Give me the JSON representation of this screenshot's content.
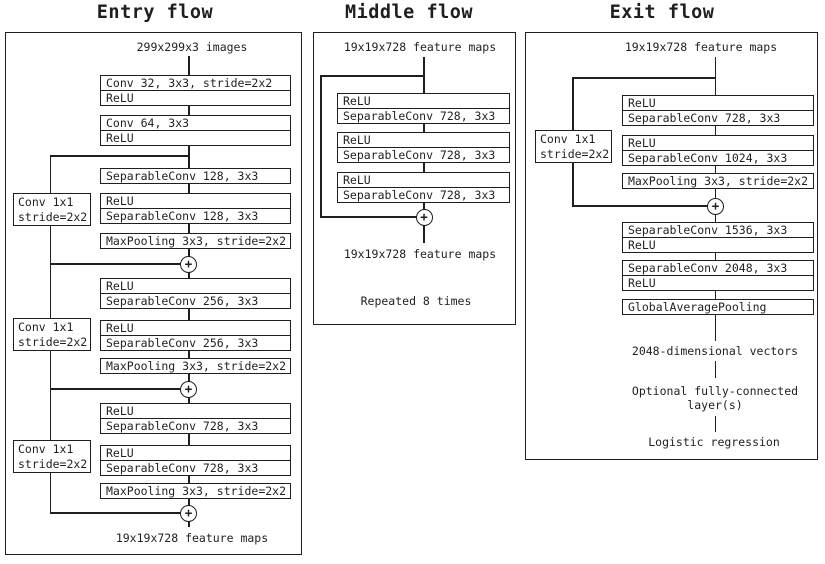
{
  "colors": {
    "ink": "#1f1f1f",
    "background": "#ffffff"
  },
  "symbols": {
    "merge_plus": "+"
  },
  "entry": {
    "title": "Entry flow",
    "input_caption": "299x299x3 images",
    "output_caption": "19x19x728 feature maps",
    "boxes": [
      {
        "lines": [
          "Conv 32, 3x3, stride=2x2",
          "ReLU"
        ]
      },
      {
        "lines": [
          "Conv 64, 3x3",
          "ReLU"
        ]
      },
      {
        "lines": [
          "SeparableConv 128, 3x3"
        ]
      },
      {
        "lines": [
          "ReLU",
          "SeparableConv 128, 3x3"
        ]
      },
      {
        "lines": [
          "MaxPooling 3x3, stride=2x2"
        ]
      },
      {
        "lines": [
          "ReLU",
          "SeparableConv 256, 3x3"
        ]
      },
      {
        "lines": [
          "ReLU",
          "SeparableConv 256, 3x3"
        ]
      },
      {
        "lines": [
          "MaxPooling 3x3, stride=2x2"
        ]
      },
      {
        "lines": [
          "ReLU",
          "SeparableConv 728, 3x3"
        ]
      },
      {
        "lines": [
          "ReLU",
          "SeparableConv 728, 3x3"
        ]
      },
      {
        "lines": [
          "MaxPooling 3x3, stride=2x2"
        ]
      }
    ],
    "skips": [
      {
        "lines": [
          "Conv 1x1",
          "stride=2x2"
        ]
      },
      {
        "lines": [
          "Conv 1x1",
          "stride=2x2"
        ]
      },
      {
        "lines": [
          "Conv 1x1",
          "stride=2x2"
        ]
      }
    ]
  },
  "middle": {
    "title": "Middle flow",
    "input_caption": "19x19x728 feature maps",
    "output_caption": "19x19x728 feature maps",
    "repeat_note": "Repeated 8 times",
    "boxes": [
      {
        "lines": [
          "ReLU",
          "SeparableConv 728, 3x3"
        ]
      },
      {
        "lines": [
          "ReLU",
          "SeparableConv 728, 3x3"
        ]
      },
      {
        "lines": [
          "ReLU",
          "SeparableConv 728, 3x3"
        ]
      }
    ]
  },
  "exit": {
    "title": "Exit flow",
    "input_caption": "19x19x728 feature maps",
    "skip": {
      "lines": [
        "Conv 1x1",
        "stride=2x2"
      ]
    },
    "boxes": [
      {
        "lines": [
          "ReLU",
          "SeparableConv 728, 3x3"
        ]
      },
      {
        "lines": [
          "ReLU",
          "SeparableConv 1024, 3x3"
        ]
      },
      {
        "lines": [
          "MaxPooling 3x3, stride=2x2"
        ]
      },
      {
        "lines": [
          "SeparableConv 1536, 3x3",
          "ReLU"
        ]
      },
      {
        "lines": [
          "SeparableConv 2048, 3x3",
          "ReLU"
        ]
      },
      {
        "lines": [
          "GlobalAveragePooling"
        ]
      }
    ],
    "vector_caption": "2048-dimensional vectors",
    "fc_caption_line1": "Optional fully-connected",
    "fc_caption_line2": "layer(s)",
    "classifier_caption": "Logistic regression"
  }
}
